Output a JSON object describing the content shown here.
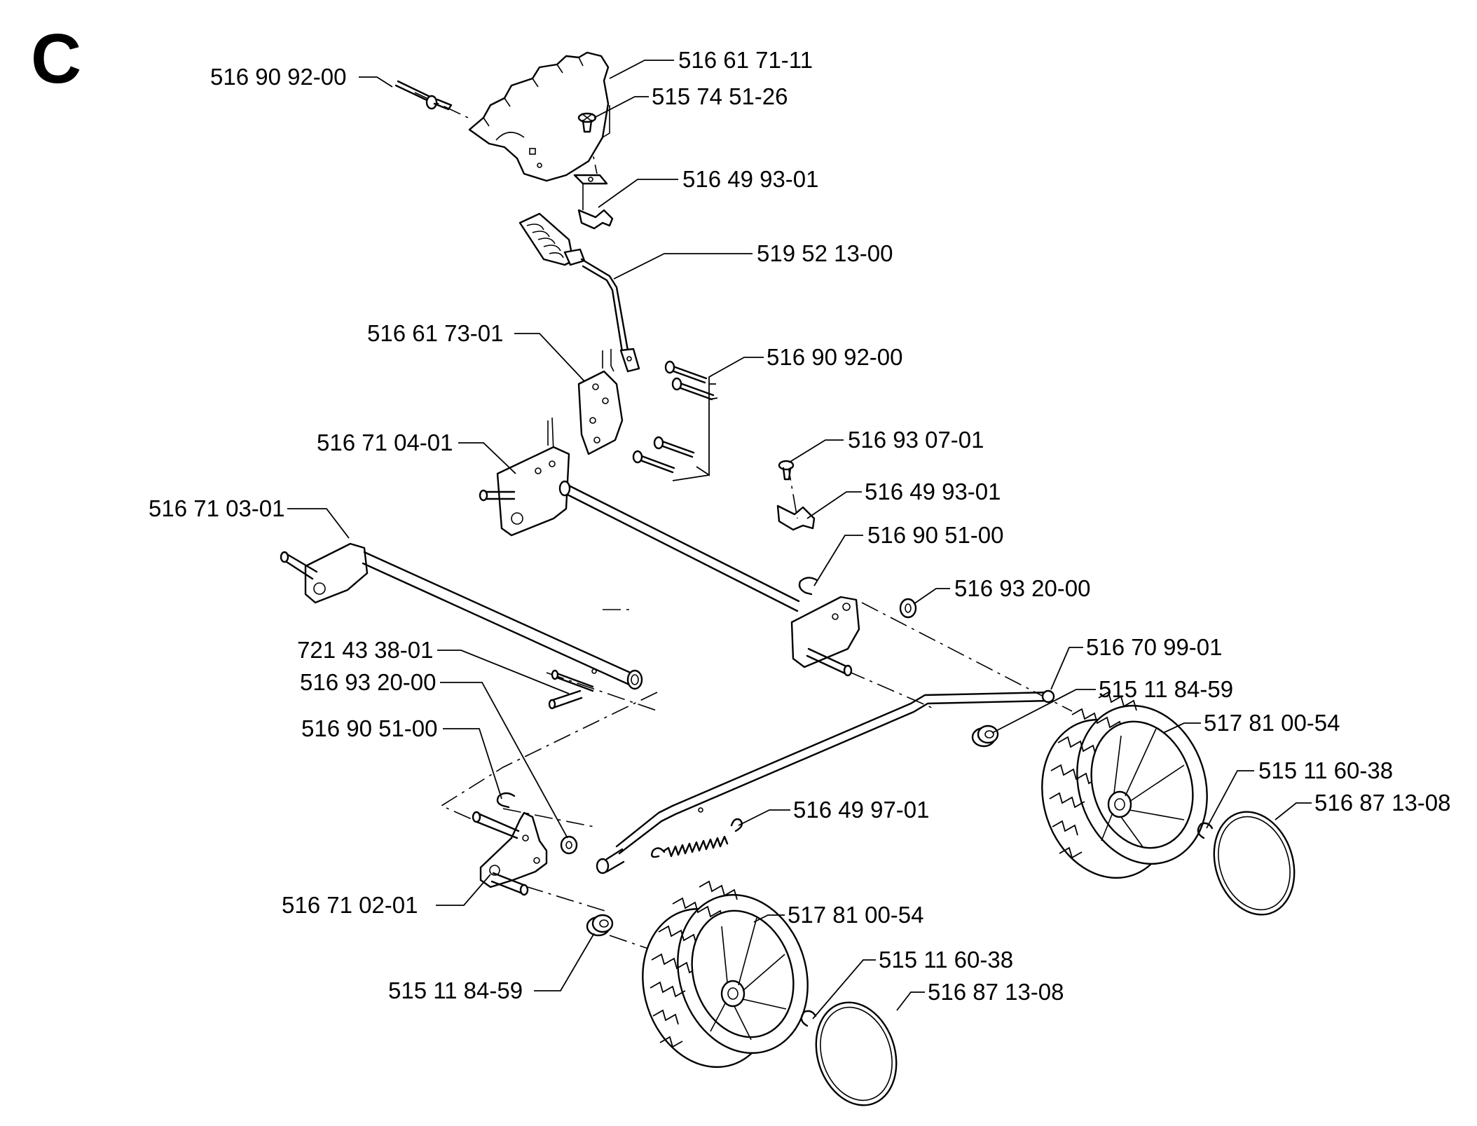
{
  "section": "C",
  "labels": [
    "516 90 92-00",
    "516 61 71-11",
    "515 74 51-26",
    "516 49 93-01",
    "519 52 13-00",
    "516 61 73-01",
    "516 90 92-00",
    "516 71 04-01",
    "516 93 07-01",
    "516 49 93-01",
    "516 71 03-01",
    "516 90 51-00",
    "516 93 20-00",
    "516 70 99-01",
    "721 43 38-01",
    "516 93 20-00",
    "515 11 84-59",
    "517 81 00-54",
    "516 90 51-00",
    "515 11 60-38",
    "516 87 13-08",
    "516 49 97-01",
    "516 71 02-01",
    "517 81 00-54",
    "515 11 60-38",
    "515 11 84-59",
    "516 87 13-08"
  ]
}
